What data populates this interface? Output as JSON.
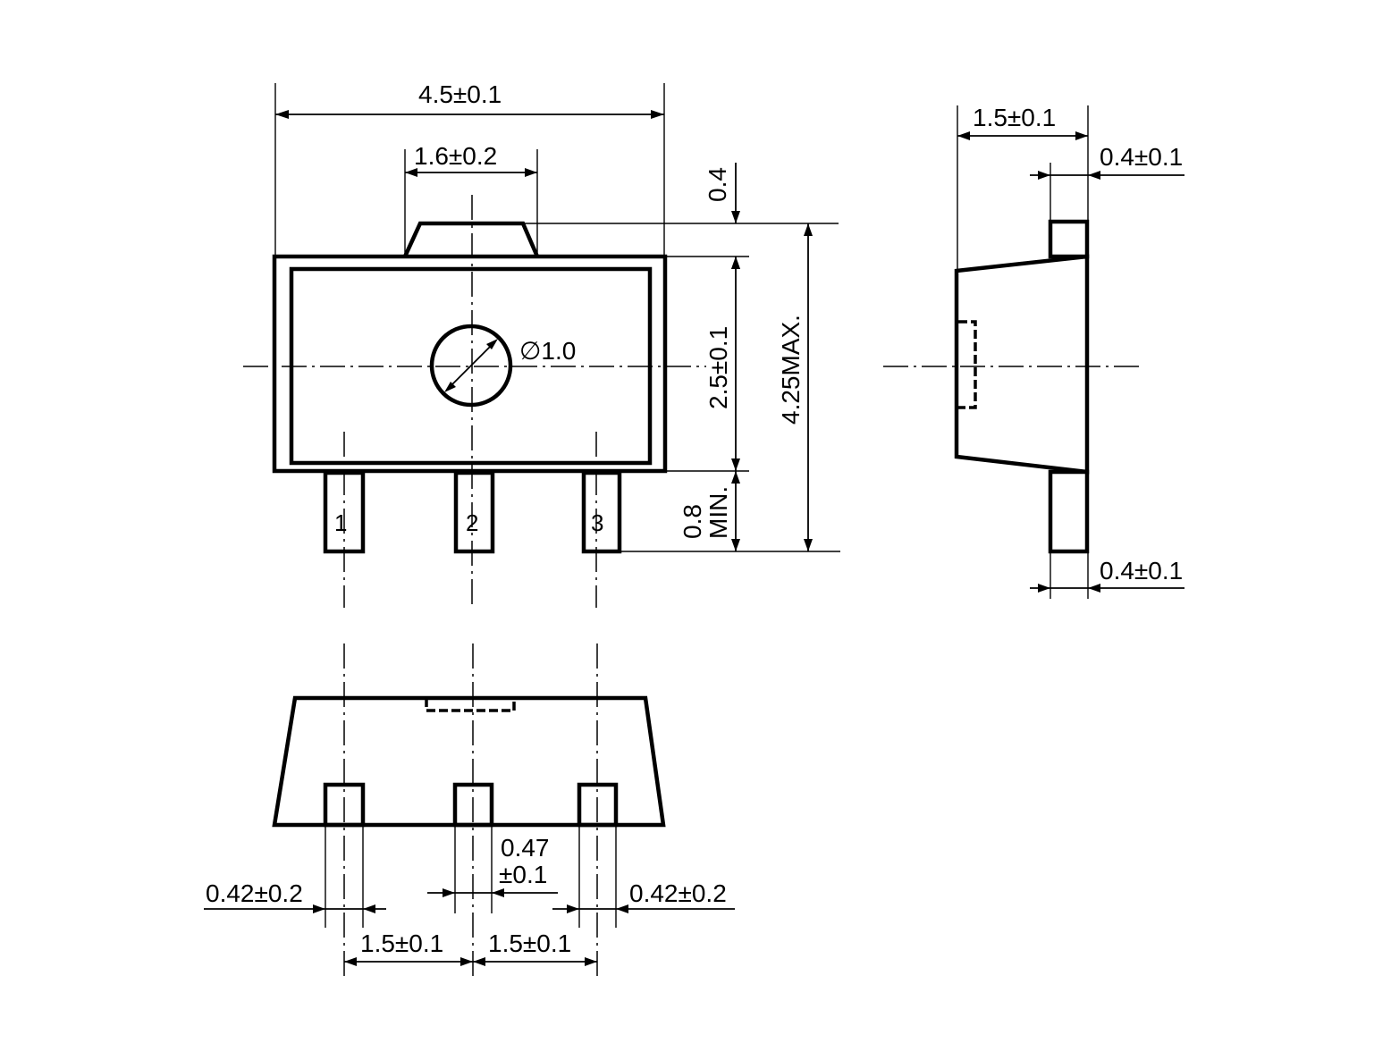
{
  "dimensions": {
    "total_width": "4.5±0.1",
    "tab_width": "1.6±0.2",
    "tab_height": "0.4",
    "body_height": "2.5±0.1",
    "total_height": "4.25MAX.",
    "lead_length_value": "0.8",
    "lead_length_suffix": "MIN.",
    "hole_diameter": "∅1.0",
    "side_thickness": "1.5±0.1",
    "side_lead_top": "0.4±0.1",
    "side_lead_bottom": "0.4±0.1",
    "pin_width_left": "0.42±0.2",
    "pin_width_right": "0.42±0.2",
    "center_pin_width_value": "0.47",
    "center_pin_width_tol": "±0.1",
    "pitch_left": "1.5±0.1",
    "pitch_right": "1.5±0.1"
  },
  "pins": [
    "1",
    "2",
    "3"
  ]
}
